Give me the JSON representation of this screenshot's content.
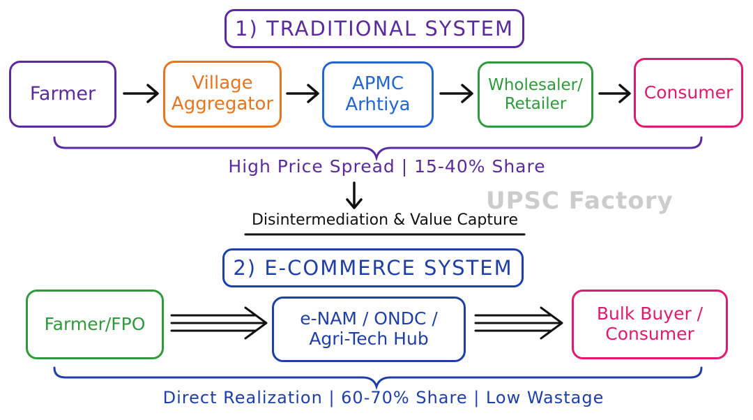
{
  "colors": {
    "purple": "#5b2a9e",
    "orange": "#e8741e",
    "blue": "#2166d1",
    "green": "#2e9a3b",
    "pink": "#e01a6e",
    "navy": "#1f3fa8",
    "black": "#111111"
  },
  "traditional": {
    "title": "1) TRADITIONAL SYSTEM",
    "nodes": {
      "farmer": "Farmer",
      "village_1": "Village",
      "village_2": "Aggregator",
      "apmc_1": "APMC",
      "apmc_2": "Arhtiya",
      "wholesale_1": "Wholesaler/",
      "wholesale_2": "Retailer",
      "consumer": "Consumer"
    },
    "caption": "High Price Spread | 15-40% Share"
  },
  "transition": {
    "label": "Disintermediation & Value Capture"
  },
  "watermark": "UPSC Factory",
  "ecommerce": {
    "title": "2) E-COMMERCE SYSTEM",
    "nodes": {
      "fpo": "Farmer/FPO",
      "hub_1": "e-NAM / ONDC /",
      "hub_2": "Agri-Tech Hub",
      "bulk_1": "Bulk Buyer /",
      "bulk_2": "Consumer"
    },
    "caption": "Direct Realization | 60-70% Share | Low Wastage"
  }
}
